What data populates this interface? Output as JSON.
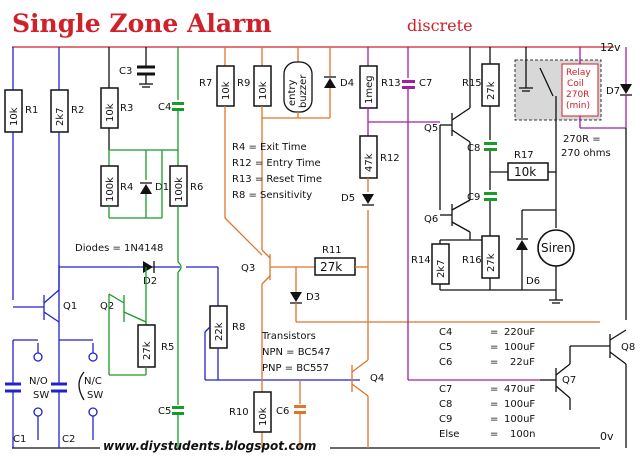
{
  "title": "Single Zone Alarm",
  "subtitle": "discrete",
  "rails": {
    "top": "12v",
    "bottom": "0v"
  },
  "resistors": {
    "R1": {
      "ref": "R1",
      "value": "10k"
    },
    "R2": {
      "ref": "R2",
      "value": "2k7"
    },
    "R3": {
      "ref": "R3",
      "value": "10k"
    },
    "R4": {
      "ref": "R4",
      "value": "100k"
    },
    "R5": {
      "ref": "R5",
      "value": "27k"
    },
    "R6": {
      "ref": "R6",
      "value": "100k"
    },
    "R7": {
      "ref": "R7",
      "value": "10k"
    },
    "R8": {
      "ref": "R8",
      "value": "22k"
    },
    "R9": {
      "ref": "R9",
      "value": "10k"
    },
    "R10": {
      "ref": "R10",
      "value": "10k"
    },
    "R11": {
      "ref": "R11",
      "value": "27k"
    },
    "R12": {
      "ref": "R12",
      "value": "47k"
    },
    "R13": {
      "ref": "R13",
      "value": "1meg"
    },
    "R14": {
      "ref": "R14",
      "value": "2k7"
    },
    "R15": {
      "ref": "R15",
      "value": "27k"
    },
    "R16": {
      "ref": "R16",
      "value": "27k"
    },
    "R17": {
      "ref": "R17",
      "value": "10k"
    }
  },
  "capacitors": [
    "C1",
    "C2",
    "C3",
    "C4",
    "C5",
    "C6",
    "C7",
    "C8",
    "C9"
  ],
  "diodes": [
    "D1",
    "D2",
    "D3",
    "D4",
    "D5",
    "D6",
    "D7"
  ],
  "transistors": [
    "Q1",
    "Q2",
    "Q3",
    "Q4",
    "Q5",
    "Q6",
    "Q7",
    "Q8"
  ],
  "switches": {
    "no": "N/O",
    "nc": "N/C",
    "sw": "SW"
  },
  "buzzer": {
    "line1": "entry",
    "line2": "buzzer"
  },
  "siren": "Siren",
  "relay": {
    "line1": "Relay",
    "line2": "Coil",
    "line3": "270R",
    "line4": "(min)"
  },
  "relay_note": {
    "line1": "270R =",
    "line2": "270 ohms"
  },
  "timing_notes": [
    "R4  =  Exit Time",
    "R12 = Entry Time",
    "R13 = Reset Time",
    "R8  =  Sensitivity"
  ],
  "diodes_note": "Diodes = 1N4148",
  "transistor_notes": {
    "heading": "Transistors",
    "npn": "NPN  =  BC547",
    "pnp": "PNP  =  BC557"
  },
  "cap_values": [
    {
      "ref": "C4",
      "value": "220uF"
    },
    {
      "ref": "C5",
      "value": "100uF"
    },
    {
      "ref": "C6",
      "value": "22uF"
    },
    {
      "ref": "C7",
      "value": "470uF"
    },
    {
      "ref": "C8",
      "value": "100uF"
    },
    {
      "ref": "C9",
      "value": "100uF"
    },
    {
      "ref": "Else",
      "value": "100n"
    }
  ],
  "url": "www.diystudents.blogspot.com"
}
